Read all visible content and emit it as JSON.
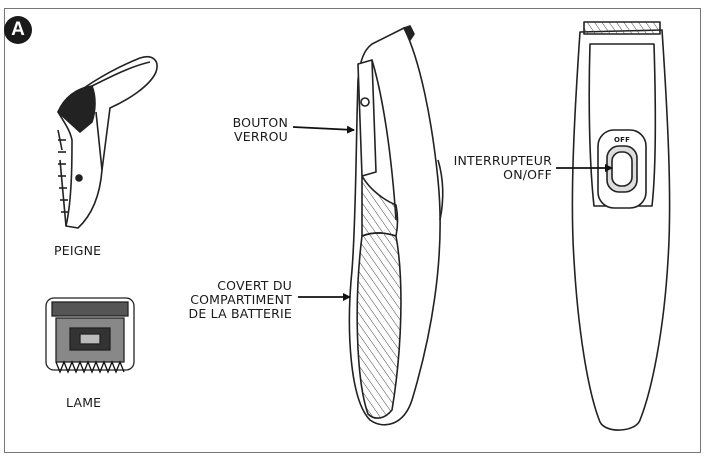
{
  "badge": "A",
  "labels": {
    "comb": "PEIGNE",
    "blade": "LAME",
    "lock_button": [
      "BOUTON",
      "VERROU"
    ],
    "battery_cover": [
      "COVERT DU",
      "COMPARTIMENT",
      "DE LA BATTERIE"
    ],
    "switch": [
      "INTERRUPTEUR",
      "ON/OFF"
    ],
    "switch_marking": "OFF"
  }
}
